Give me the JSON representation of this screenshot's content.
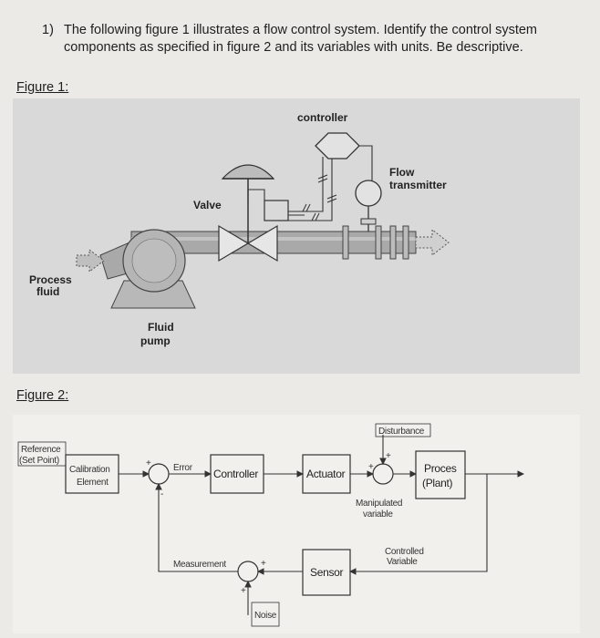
{
  "question": {
    "number": "1)",
    "line1": "The following figure 1 illustrates a flow control system. Identify the control system",
    "line2": "components as specified in figure 2 and its variables with units. Be descriptive."
  },
  "figure1": {
    "label": "Figure 1:",
    "controller": "controller",
    "flow_transmitter_line1": "Flow",
    "flow_transmitter_line2": "transmitter",
    "valve": "Valve",
    "process_fluid_line1": "Process",
    "process_fluid_line2": "fluid",
    "fluid_pump_line1": "Fluid",
    "fluid_pump_line2": "pump"
  },
  "figure2": {
    "label": "Figure 2:",
    "reference_line1": "Reference",
    "reference_line2": "(Set Point)",
    "calibration_line1": "Calibration",
    "calibration_line2": "Element",
    "error": "Error",
    "controller": "Controller",
    "actuator": "Actuator",
    "disturbance": "Disturbance",
    "process_line1": "Proces",
    "process_line2": "(Plant)",
    "manipulated_line1": "Manipulated",
    "manipulated_line2": "variable",
    "controlled_line1": "Controlled",
    "controlled_line2": "Variable",
    "measurement": "Measurement",
    "sensor": "Sensor",
    "noise": "Noise",
    "plus": "+",
    "minus": "-"
  }
}
